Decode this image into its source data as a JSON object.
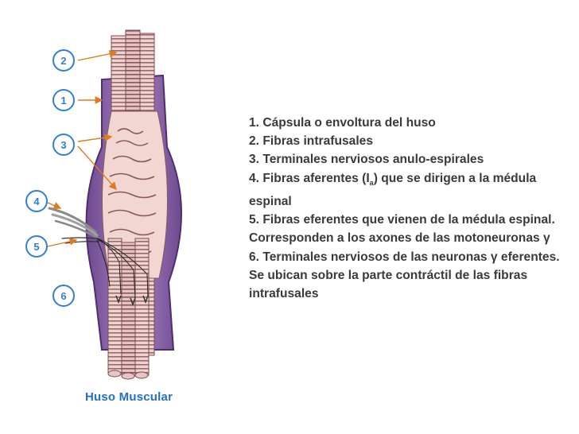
{
  "callouts": [
    "2",
    "1",
    "3",
    "4",
    "5",
    "6"
  ],
  "legend": [
    "1. Cápsula o envoltura del huso",
    "2. Fibras intrafusales",
    "3. Terminales nerviosos anulo-espirales",
    {
      "before": "4. Fibras aferentes (I",
      "sub": "a",
      "after": ") que se dirigen a la médula espinal"
    },
    "5. Fibras eferentes que vienen de la médula espinal. Corresponden a los axones de las motoneuronas γ",
    "6. Terminales nerviosos de las neuronas γ eferentes. Se ubican sobre la parte contráctil de las fibras intrafusales"
  ],
  "caption": "Huso Muscular",
  "colors": {
    "capsule": "#8a64a8",
    "fiber": "#e8c4c4",
    "stripe": "#8a6060",
    "arrow": "#e07a1a",
    "callout_circle": "#2f7fd8",
    "legend_text": "#3a3a3a",
    "caption": "#1e6fd0"
  }
}
